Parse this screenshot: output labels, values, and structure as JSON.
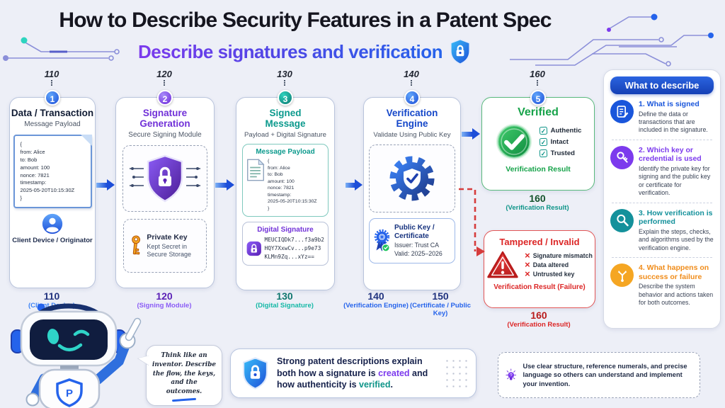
{
  "colors": {
    "accent_blue": "#1d4ed8",
    "purple": "#7c3aed",
    "teal": "#0d9488",
    "green": "#16a34a",
    "red": "#dc2626",
    "orange": "#f5a623"
  },
  "header": {
    "title": "How to Describe Security Features in a Patent Spec",
    "subtitle": "Describe signatures and verification"
  },
  "box1": {
    "ref_top": "110",
    "badge": "1",
    "title": "Data / Transaction",
    "subtitle": "Message Payload",
    "payload_lines": [
      "{",
      "from: Alice",
      "to: Bob",
      "amount: 100",
      "nonce: 7821",
      "timestamp:",
      "2025-05-20T10:15:30Z",
      "}"
    ],
    "footer": "Client Device / Originator",
    "ref_bottom": "110",
    "ref_caption": "(Client Device)"
  },
  "box2": {
    "ref_top": "120",
    "badge": "2",
    "title": "Signature Generation",
    "subtitle": "Secure Signing Module",
    "key_title": "Private Key",
    "key_body": "Kept Secret in Secure Storage",
    "ref_bottom": "120",
    "ref_caption": "(Signing Module)"
  },
  "box3": {
    "ref_top": "130",
    "badge": "3",
    "title": "Signed Message",
    "subtitle": "Payload + Digital Signature",
    "payload_title": "Message Payload",
    "payload_lines": [
      "{",
      "from: Alice",
      "to: Bob",
      "amount: 100",
      "nonce: 7821",
      "timestamp:",
      "2025-05-20T10:15:30Z",
      "}"
    ],
    "sig_title": "Digital Signature",
    "sig_lines": [
      "MEUCIQDk7...f3a9b2",
      "HQY7XxwCv...p9e73",
      "KLMn9Zq...xYz=="
    ],
    "ref_bottom": "130",
    "ref_caption": "(Digital Signature)"
  },
  "box4": {
    "ref_top": "140",
    "badge": "4",
    "title": "Verification Engine",
    "subtitle": "Validate Using Public Key",
    "cert_title": "Public Key / Certificate",
    "cert_issuer": "Issuer: Trust CA",
    "cert_valid": "Valid: 2025–2026",
    "ref_bottom": "140",
    "ref_caption": "(Verification Engine)",
    "ref_bottom2": "150",
    "ref_caption2": "(Certificate / Public Key)"
  },
  "box5": {
    "ref_top": "160",
    "badge": "5",
    "title": "Verified",
    "check_glyph": "✓",
    "checks": [
      "Authentic",
      "Intact",
      "Trusted"
    ],
    "footer": "Verification Result",
    "ref_bottom": "160",
    "ref_caption": "(Verification Result)"
  },
  "box_fail": {
    "title": "Tampered / Invalid",
    "cross_glyph": "×",
    "fails": [
      "Signature mismatch",
      "Data altered",
      "Untrusted key"
    ],
    "footer": "Verification Result (Failure)",
    "ref_bottom": "160",
    "ref_caption": "(Verification Result)"
  },
  "sidebar": {
    "header": "What to describe",
    "items": [
      {
        "title": "1. What is signed",
        "body": "Define the data or transactions that are included in the signature."
      },
      {
        "title": "2. Which key or credential is used",
        "body": "Identify the private key for signing and the public key or certificate for verification."
      },
      {
        "title": "3. How verification is performed",
        "body": "Explain the steps, checks, and algorithms used by the verification engine."
      },
      {
        "title": "4. What happens on success or failure",
        "body": "Describe the system behavior and actions taken for both outcomes."
      }
    ]
  },
  "footer": {
    "bubble": "Think like an inventor. Describe the flow, the keys, and the outcomes.",
    "banner": {
      "lead": "Strong patent descriptions explain both how a signature is ",
      "created_word": "created",
      "mid": " and how authenticity is ",
      "verified_word": "verified",
      "end": "."
    },
    "note": "Use clear structure, reference numerals, and precise language so others can understand and implement your invention."
  },
  "robot": {
    "chest_letter": "P"
  }
}
